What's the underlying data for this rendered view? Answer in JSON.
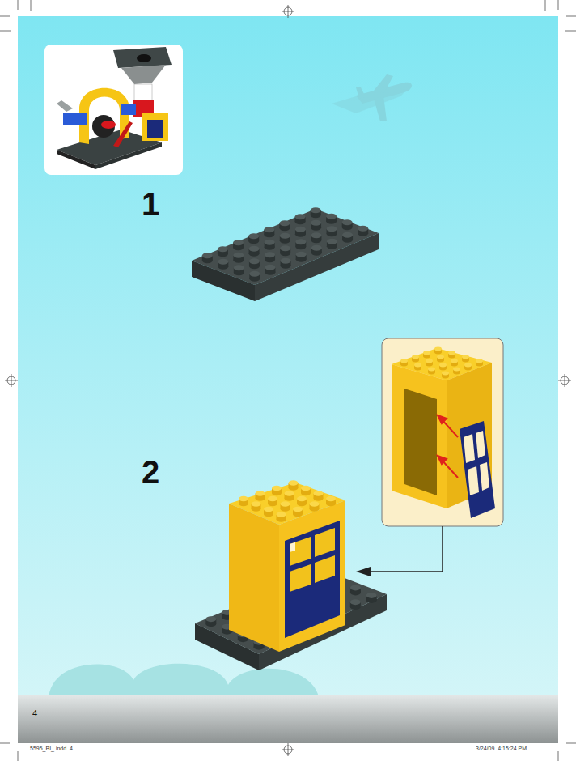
{
  "diagram": {
    "labels": [
      "1",
      "2",
      "4",
      "5595_BI_.indd  4",
      "3/24/09  4:15:24 PM"
    ]
  }
}
